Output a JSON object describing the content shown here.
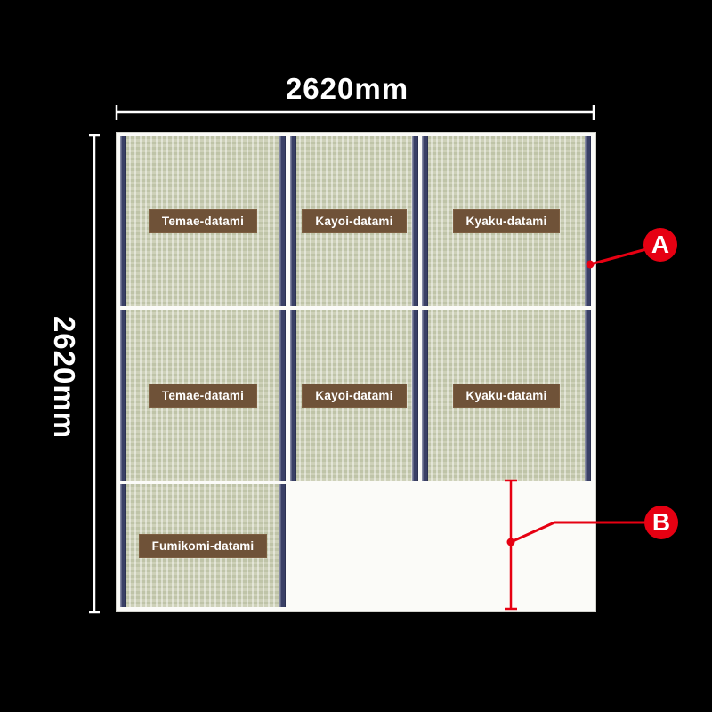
{
  "dimensions": {
    "top": {
      "label": "2620mm"
    },
    "left": {
      "label": "2620mm"
    }
  },
  "mats": [
    {
      "label": "Temae-datami"
    },
    {
      "label": "Kayoi-datami"
    },
    {
      "label": "Kyaku-datami"
    },
    {
      "label": "Temae-datami"
    },
    {
      "label": "Kayoi-datami"
    },
    {
      "label": "Kyaku-datami"
    },
    {
      "label": "Fumikomi-datami"
    }
  ],
  "callouts": [
    {
      "label": "A"
    },
    {
      "label": "B"
    }
  ],
  "colors": {
    "accent_red": "#e60012",
    "mat_base": "#c9ccb2",
    "mat_dash": "#bfc4a8",
    "navy": "#3a4066",
    "label_bg": "#6f5238",
    "room_bg": "#fbfbf8",
    "dim_line": "#ffffff",
    "bg": "#000000"
  }
}
